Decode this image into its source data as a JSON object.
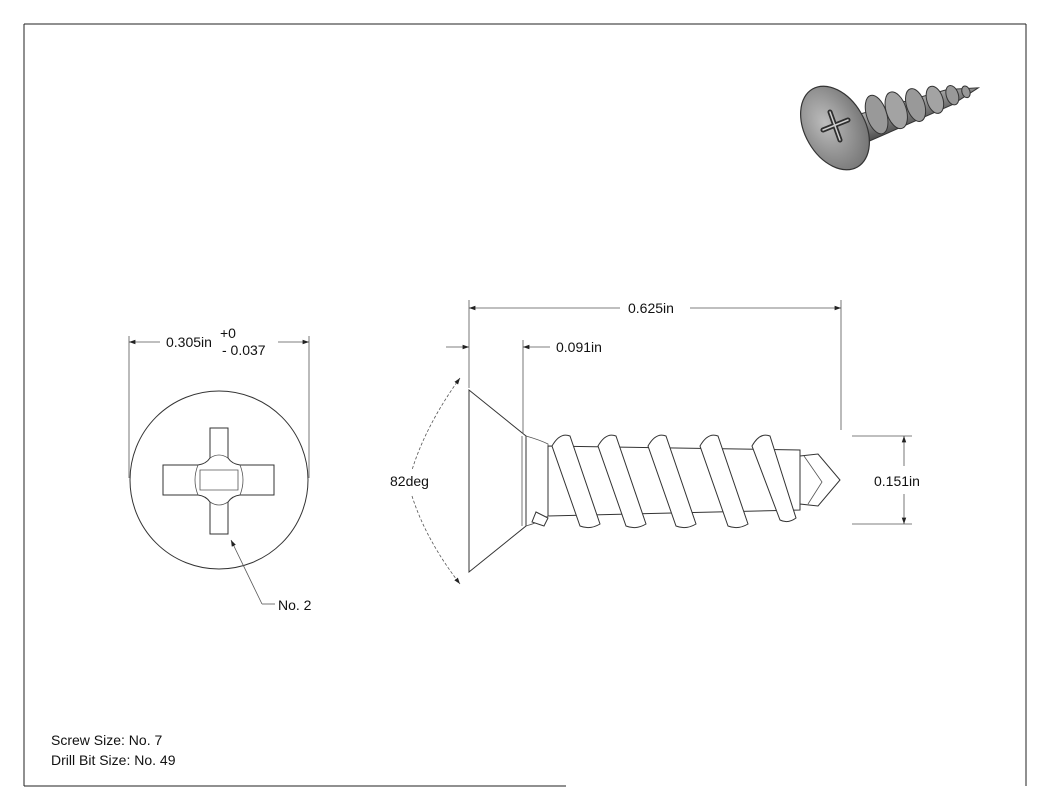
{
  "dimensions": {
    "head_diameter": {
      "value": "0.305in",
      "tol_plus": "+0",
      "tol_minus": "- 0.037"
    },
    "drive_callout": "No. 2",
    "overall_length": "0.625in",
    "head_height": "0.091in",
    "head_angle": "82deg",
    "thread_diameter": "0.151in"
  },
  "notes": {
    "screw_size": "Screw Size: No. 7",
    "drill_bit_size": "Drill Bit Size: No. 49"
  },
  "colors": {
    "line": "#222222",
    "iso_fill": "#8a8a8a",
    "iso_dark": "#3a3a3a"
  }
}
